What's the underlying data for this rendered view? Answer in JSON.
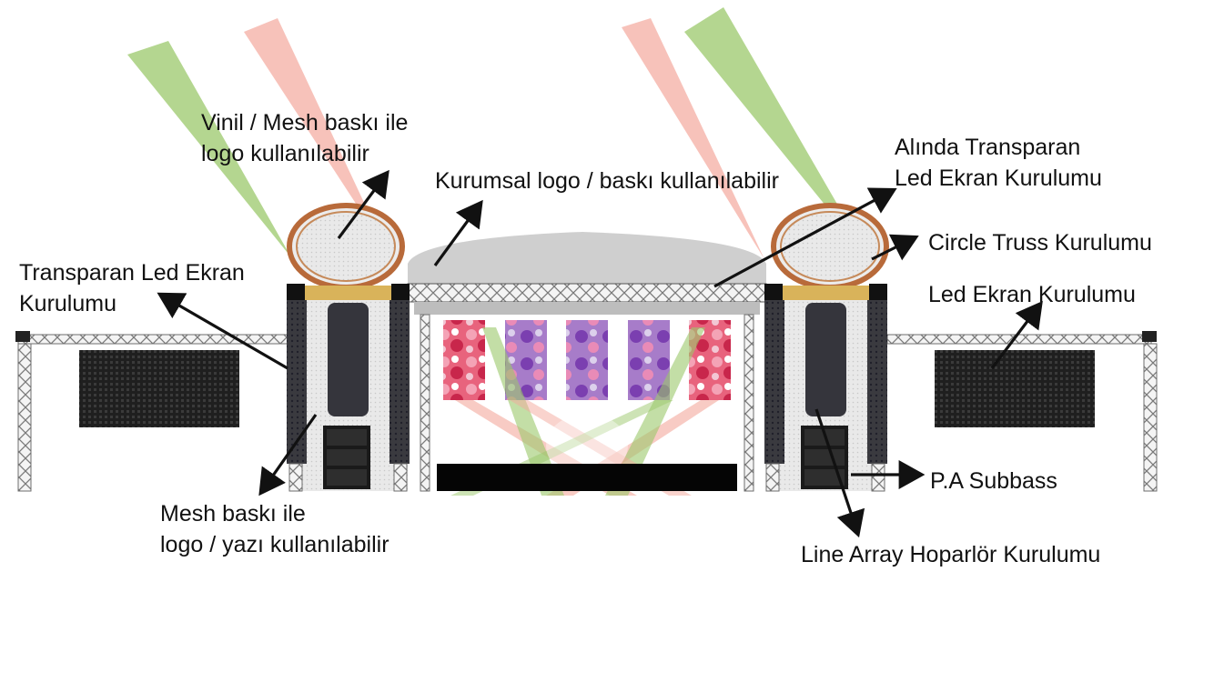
{
  "labels": {
    "vinil_mesh": {
      "line1": "Vinil / Mesh baskı ile",
      "line2": "logo kullanılabilir"
    },
    "kurumsal_logo": "Kurumsal logo / baskı kullanılabilir",
    "alinda_transparan": {
      "line1": "Alında Transparan",
      "line2": "Led Ekran Kurulumu"
    },
    "circle_truss": "Circle Truss Kurulumu",
    "transparan_led": {
      "line1": "Transparan Led Ekran",
      "line2": "Kurulumu"
    },
    "led_ekran": "Led Ekran Kurulumu",
    "mesh_baski": {
      "line1": "Mesh baskı ile",
      "line2": "logo / yazı kullanılabilir"
    },
    "pa_subbass": "P.A Subbass",
    "line_array": "Line Array Hoparlör Kurulumu"
  },
  "colors": {
    "beam_green": "#9bc86b",
    "beam_red": "#f3a89c",
    "led_panel": "#2b2b32",
    "truss": "#6e6e6e",
    "roof": "#cfcfcf",
    "arrow": "#111111"
  }
}
